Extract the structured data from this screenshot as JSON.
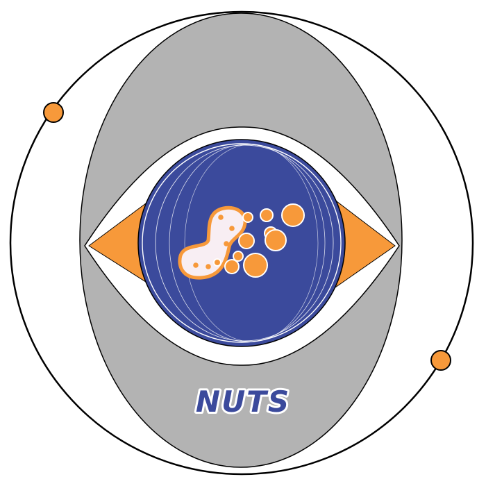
{
  "logo": {
    "wordmark": "NUTS",
    "colors": {
      "outline": "#000000",
      "background": "#ffffff",
      "oval": "#b3b3b3",
      "iris": "#3b4a9c",
      "accent": "#f7993a",
      "peanut_fill": "#f8eef3",
      "wordmark_fill": "#3b4a9c"
    },
    "icons": [
      "orbit-ring",
      "eye-shape",
      "iris",
      "peanut-icon",
      "nut-dot-cluster"
    ]
  }
}
